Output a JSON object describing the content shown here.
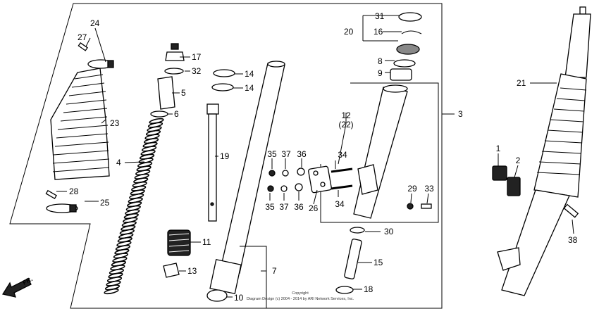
{
  "callouts": [
    {
      "key": "p1",
      "text": "1"
    },
    {
      "key": "p2",
      "text": "2"
    },
    {
      "key": "p3",
      "text": "3"
    },
    {
      "key": "p4",
      "text": "4"
    },
    {
      "key": "p5",
      "text": "5"
    },
    {
      "key": "p6",
      "text": "6"
    },
    {
      "key": "p7",
      "text": "7"
    },
    {
      "key": "p8",
      "text": "8"
    },
    {
      "key": "p9",
      "text": "9"
    },
    {
      "key": "p10",
      "text": "10"
    },
    {
      "key": "p11",
      "text": "11"
    },
    {
      "key": "p12",
      "text": "12"
    },
    {
      "key": "p12b",
      "text": "(22)"
    },
    {
      "key": "p13",
      "text": "13"
    },
    {
      "key": "p14a",
      "text": "14"
    },
    {
      "key": "p14b",
      "text": "14"
    },
    {
      "key": "p15",
      "text": "15"
    },
    {
      "key": "p16",
      "text": "16"
    },
    {
      "key": "p17",
      "text": "17"
    },
    {
      "key": "p18",
      "text": "18"
    },
    {
      "key": "p19",
      "text": "19"
    },
    {
      "key": "p20",
      "text": "20"
    },
    {
      "key": "p21",
      "text": "21"
    },
    {
      "key": "p23",
      "text": "23"
    },
    {
      "key": "p24",
      "text": "24"
    },
    {
      "key": "p25",
      "text": "25"
    },
    {
      "key": "p26",
      "text": "26"
    },
    {
      "key": "p27",
      "text": "27"
    },
    {
      "key": "p28",
      "text": "28"
    },
    {
      "key": "p29",
      "text": "29"
    },
    {
      "key": "p30",
      "text": "30"
    },
    {
      "key": "p31",
      "text": "31"
    },
    {
      "key": "p32",
      "text": "32"
    },
    {
      "key": "p33",
      "text": "33"
    },
    {
      "key": "p34a",
      "text": "34"
    },
    {
      "key": "p34b",
      "text": "34"
    },
    {
      "key": "p35a",
      "text": "35"
    },
    {
      "key": "p35b",
      "text": "35"
    },
    {
      "key": "p36a",
      "text": "36"
    },
    {
      "key": "p36b",
      "text": "36"
    },
    {
      "key": "p37a",
      "text": "37"
    },
    {
      "key": "p37b",
      "text": "37"
    },
    {
      "key": "p38",
      "text": "38"
    }
  ],
  "direction_label": "FR.",
  "copyright_line1": "Copyright",
  "copyright_line2": "Diagram Design (c) 2004 - 2014 by ARI Network Services, Inc."
}
